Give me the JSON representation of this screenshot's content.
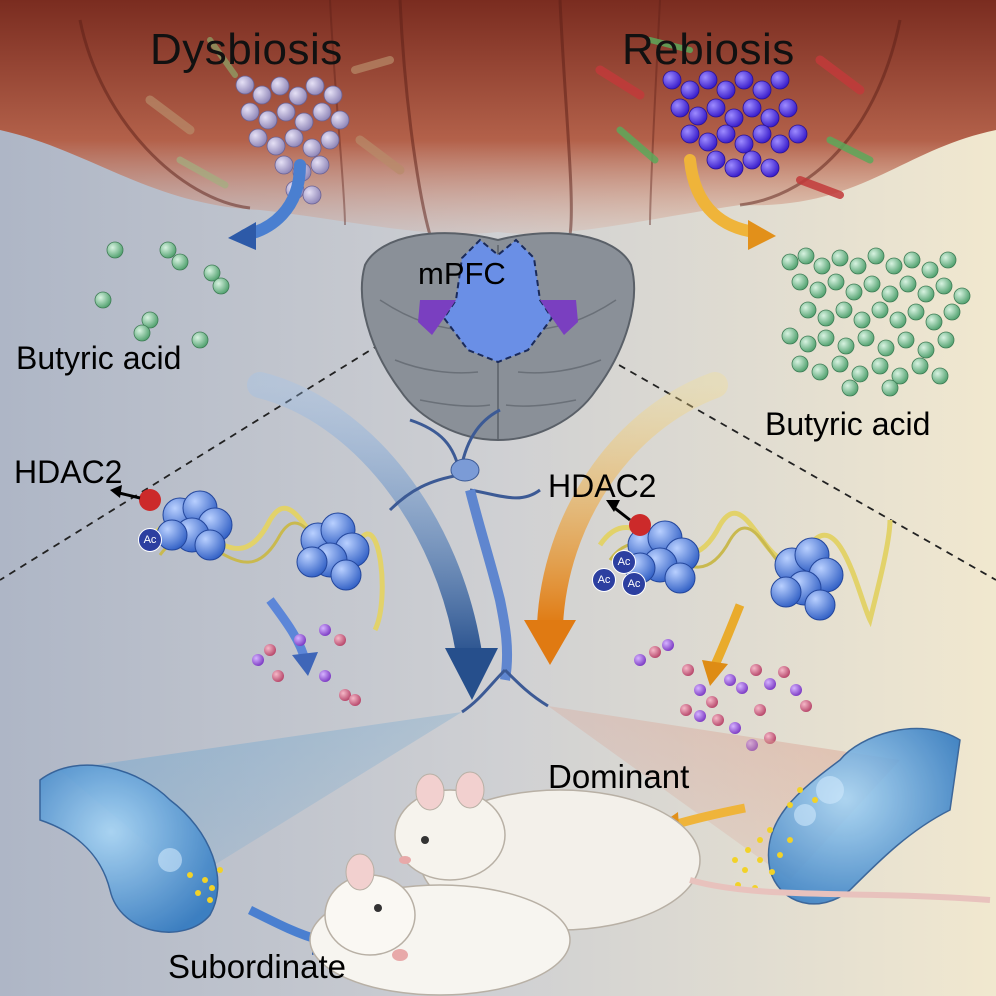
{
  "titles": {
    "left": "Dysbiosis",
    "right": "Rebiosis"
  },
  "labels": {
    "butyric_left": "Butyric acid",
    "butyric_right": "Butyric acid",
    "brain_region": "mPFC",
    "hdac_left": "HDAC2",
    "hdac_right": "HDAC2",
    "acetyl": "Ac",
    "dominant": "Dominant",
    "subordinate": "Subordinate"
  },
  "colors": {
    "bg_left": "#b8c0cf",
    "bg_right": "#efe6cc",
    "gut": "#a04a34",
    "butyrate_bead": "#7ec99a",
    "histone": "#5b86e0",
    "dna": "#e2d26a",
    "arrow_blue": "#3b6fb8",
    "arrow_gold": "#e9a41c",
    "hdac": "#cc2a2a",
    "acetyl": "#2c3fa0",
    "mPFC_highlight": "#7a3fc0"
  }
}
